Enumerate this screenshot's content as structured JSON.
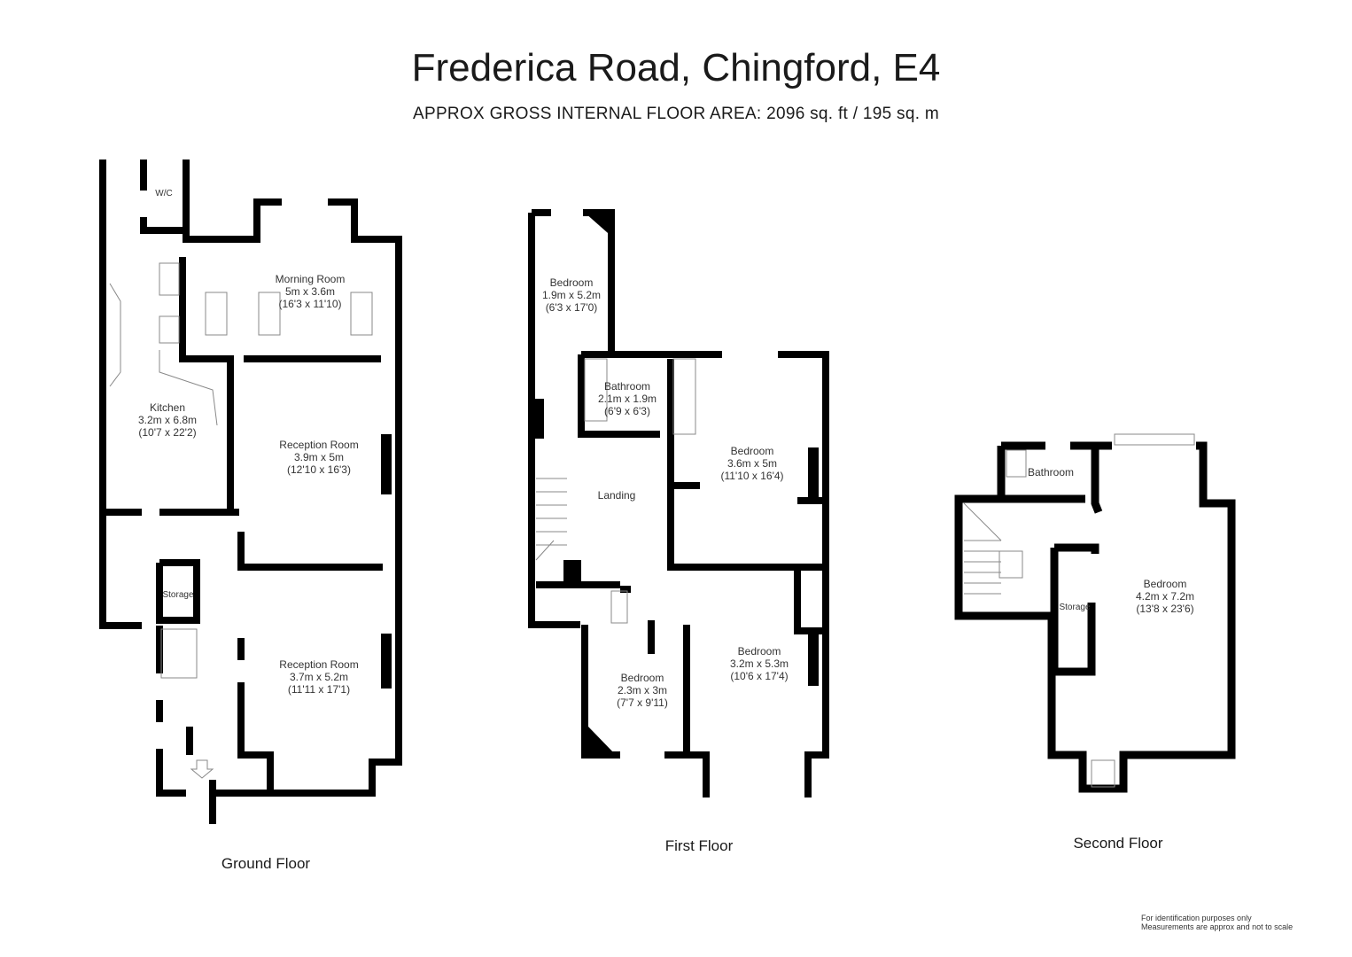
{
  "header": {
    "title": "Frederica Road, Chingford, E4",
    "subtitle": "APPROX GROSS INTERNAL FLOOR AREA:  2096 sq. ft / 195 sq. m"
  },
  "floors": [
    {
      "name": "Ground Floor",
      "rooms": [
        {
          "name": "W/C",
          "metric": "",
          "imperial": ""
        },
        {
          "name": "Morning Room",
          "metric": "5m x 3.6m",
          "imperial": "(16'3 x 11'10)"
        },
        {
          "name": "Kitchen",
          "metric": "3.2m x 6.8m",
          "imperial": "(10'7 x 22'2)"
        },
        {
          "name": "Reception Room",
          "metric": "3.9m x 5m",
          "imperial": "(12'10 x 16'3)"
        },
        {
          "name": "Storage",
          "metric": "",
          "imperial": ""
        },
        {
          "name": "Reception Room",
          "metric": "3.7m x 5.2m",
          "imperial": "(11'11 x 17'1)"
        }
      ]
    },
    {
      "name": "First Floor",
      "rooms": [
        {
          "name": "Bedroom",
          "metric": "1.9m x 5.2m",
          "imperial": "(6'3 x 17'0)"
        },
        {
          "name": "Bathroom",
          "metric": "2.1m x 1.9m",
          "imperial": "(6'9 x 6'3)"
        },
        {
          "name": "Bedroom",
          "metric": "3.6m x 5m",
          "imperial": "(11'10 x 16'4)"
        },
        {
          "name": "Landing",
          "metric": "",
          "imperial": ""
        },
        {
          "name": "Bedroom",
          "metric": "2.3m x 3m",
          "imperial": "(7'7 x 9'11)"
        },
        {
          "name": "Bedroom",
          "metric": "3.2m x 5.3m",
          "imperial": "(10'6 x 17'4)"
        }
      ]
    },
    {
      "name": "Second Floor",
      "rooms": [
        {
          "name": "Bathroom",
          "metric": "",
          "imperial": ""
        },
        {
          "name": "Storage",
          "metric": "",
          "imperial": ""
        },
        {
          "name": "Bedroom",
          "metric": "4.2m x 7.2m",
          "imperial": "(13'8 x 23'6)"
        }
      ]
    }
  ],
  "disclaimer": {
    "line1": "For identification purposes only",
    "line2": "Measurements are approx and not to scale"
  }
}
